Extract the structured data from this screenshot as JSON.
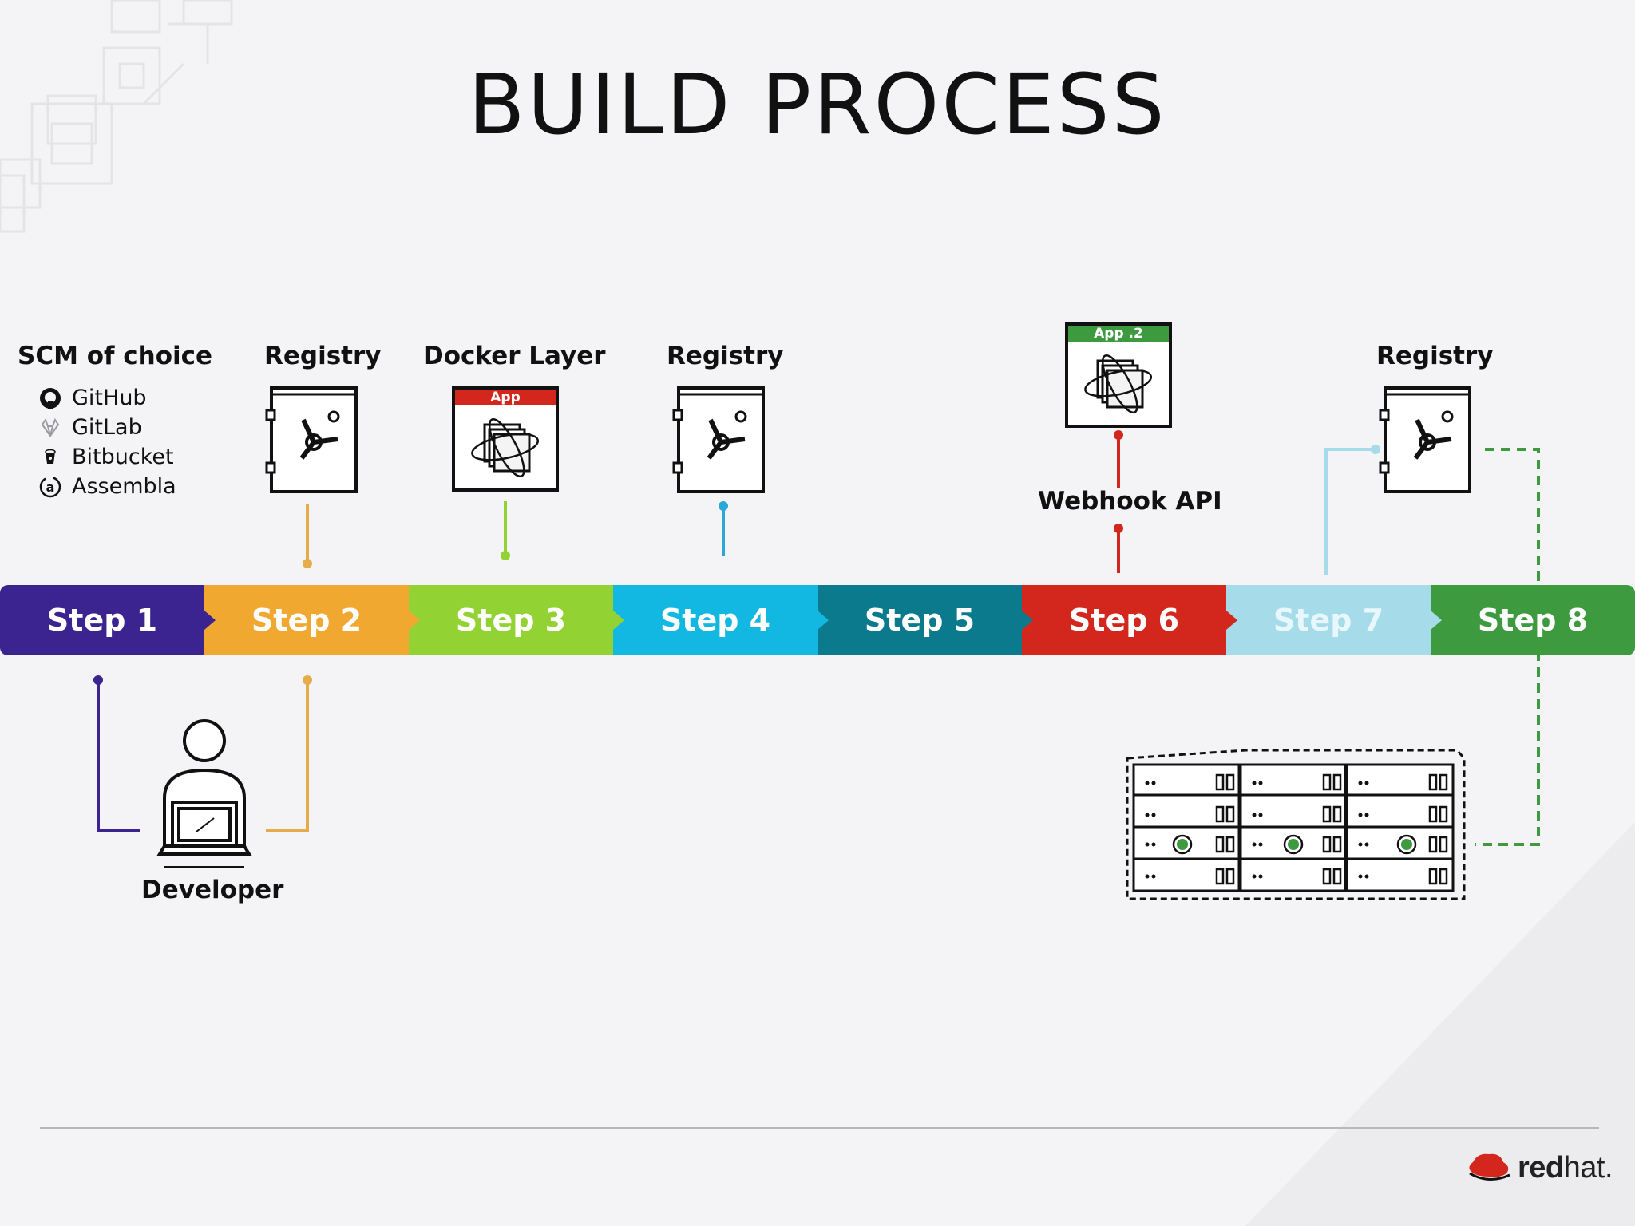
{
  "title": "BUILD PROCESS",
  "labels": {
    "scm": "SCM of choice",
    "registry_1": "Registry",
    "docker_layer": "Docker Layer",
    "registry_2": "Registry",
    "webhook": "Webhook API",
    "registry_3": "Registry",
    "developer": "Developer"
  },
  "scm_options": [
    {
      "name": "GitHub",
      "icon": "github-icon"
    },
    {
      "name": "GitLab",
      "icon": "gitlab-icon"
    },
    {
      "name": "Bitbucket",
      "icon": "bitbucket-icon"
    },
    {
      "name": "Assembla",
      "icon": "assembla-icon"
    }
  ],
  "app_boxes": {
    "docker_layer": "App",
    "webhook": "App .2"
  },
  "steps": [
    {
      "label": "Step 1",
      "color": "#3b2390",
      "text_color": "#ffffff"
    },
    {
      "label": "Step 2",
      "color": "#f0a830",
      "text_color": "#ffffff"
    },
    {
      "label": "Step 3",
      "color": "#92d232",
      "text_color": "#ffffff"
    },
    {
      "label": "Step 4",
      "color": "#12b8e2",
      "text_color": "#ffffff"
    },
    {
      "label": "Step 5",
      "color": "#0a7a8c",
      "text_color": "#ffffff"
    },
    {
      "label": "Step 6",
      "color": "#d3261c",
      "text_color": "#ffffff"
    },
    {
      "label": "Step 7",
      "color": "#a6dbe9",
      "text_color": "#e8f7fb"
    },
    {
      "label": "Step 8",
      "color": "#3e9a3e",
      "text_color": "#ffffff"
    }
  ],
  "brand": {
    "part1": "red",
    "part2": "hat."
  }
}
